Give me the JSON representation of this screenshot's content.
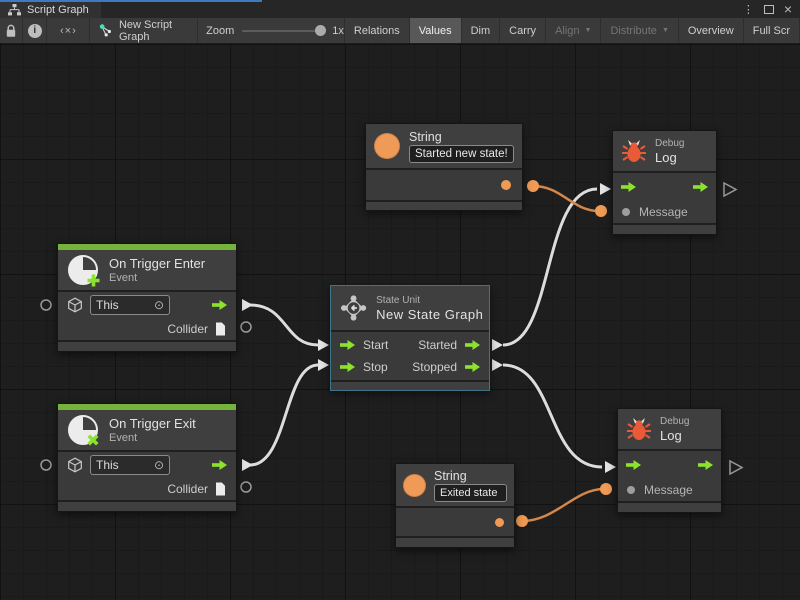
{
  "window": {
    "tab_title": "Script Graph"
  },
  "icons": {
    "menu_dots": "⋮",
    "close": "×",
    "code": "‹×›",
    "info_glyph": "i",
    "target": "⊙",
    "caret_down": "▼"
  },
  "toolbar": {
    "graph_name": "New Script Graph",
    "zoom_label": "Zoom",
    "zoom_value": "1x",
    "buttons": [
      {
        "label": "Relations",
        "state": "normal"
      },
      {
        "label": "Values",
        "state": "active"
      },
      {
        "label": "Dim",
        "state": "normal"
      },
      {
        "label": "Carry",
        "state": "normal"
      },
      {
        "label": "Align",
        "state": "disabled",
        "dropdown": true
      },
      {
        "label": "Distribute",
        "state": "disabled",
        "dropdown": true
      },
      {
        "label": "Overview",
        "state": "normal"
      },
      {
        "label": "Full Scr",
        "state": "normal"
      }
    ]
  },
  "nodes": {
    "string_top": {
      "title": "String",
      "value": "Started new state!"
    },
    "string_bottom": {
      "title": "String",
      "value": "Exited state"
    },
    "debug_top": {
      "category": "Debug",
      "title": "Log",
      "input_label": "Message"
    },
    "debug_bottom": {
      "category": "Debug",
      "title": "Log",
      "input_label": "Message"
    },
    "trigger_enter": {
      "title": "On Trigger Enter",
      "category": "Event",
      "target_value": "This",
      "output_label": "Collider"
    },
    "trigger_exit": {
      "title": "On Trigger Exit",
      "category": "Event",
      "target_value": "This",
      "output_label": "Collider"
    },
    "state_unit": {
      "category": "State Unit",
      "title": "New State Graph",
      "inputs": [
        "Start",
        "Stop"
      ],
      "outputs": [
        "Started",
        "Stopped"
      ]
    }
  },
  "edges": [
    {
      "from": "On Trigger Enter flow-out",
      "to": "New State Graph Start",
      "color": "white"
    },
    {
      "from": "On Trigger Exit flow-out",
      "to": "New State Graph Stop",
      "color": "white"
    },
    {
      "from": "New State Graph Started",
      "to": "Debug Log (top) flow-in",
      "color": "white"
    },
    {
      "from": "New State Graph Stopped",
      "to": "Debug Log (bottom) flow-in",
      "color": "white"
    },
    {
      "from": "String 'Started new state!' output",
      "to": "Debug Log (top) Message",
      "color": "orange"
    },
    {
      "from": "String 'Exited state' output",
      "to": "Debug Log (bottom) Message",
      "color": "orange"
    }
  ],
  "colors": {
    "tab_accent_blue": "#3d7ac1",
    "toolbar_bg": "#3a3a3a",
    "canvas_bg": "#1e1e1e",
    "node_header": "#3f3f3f",
    "node_body": "#3a3a3a",
    "event_green_bar": "#74b33c",
    "flow_green": "#8ce32d",
    "value_orange": "#ef9a55",
    "wire_white": "#dcdcdc",
    "wire_orange": "#d4874a",
    "bug_red": "#e85a38",
    "selection_blue": "#3f7489",
    "new_graph_teal": "#49dcb8"
  }
}
